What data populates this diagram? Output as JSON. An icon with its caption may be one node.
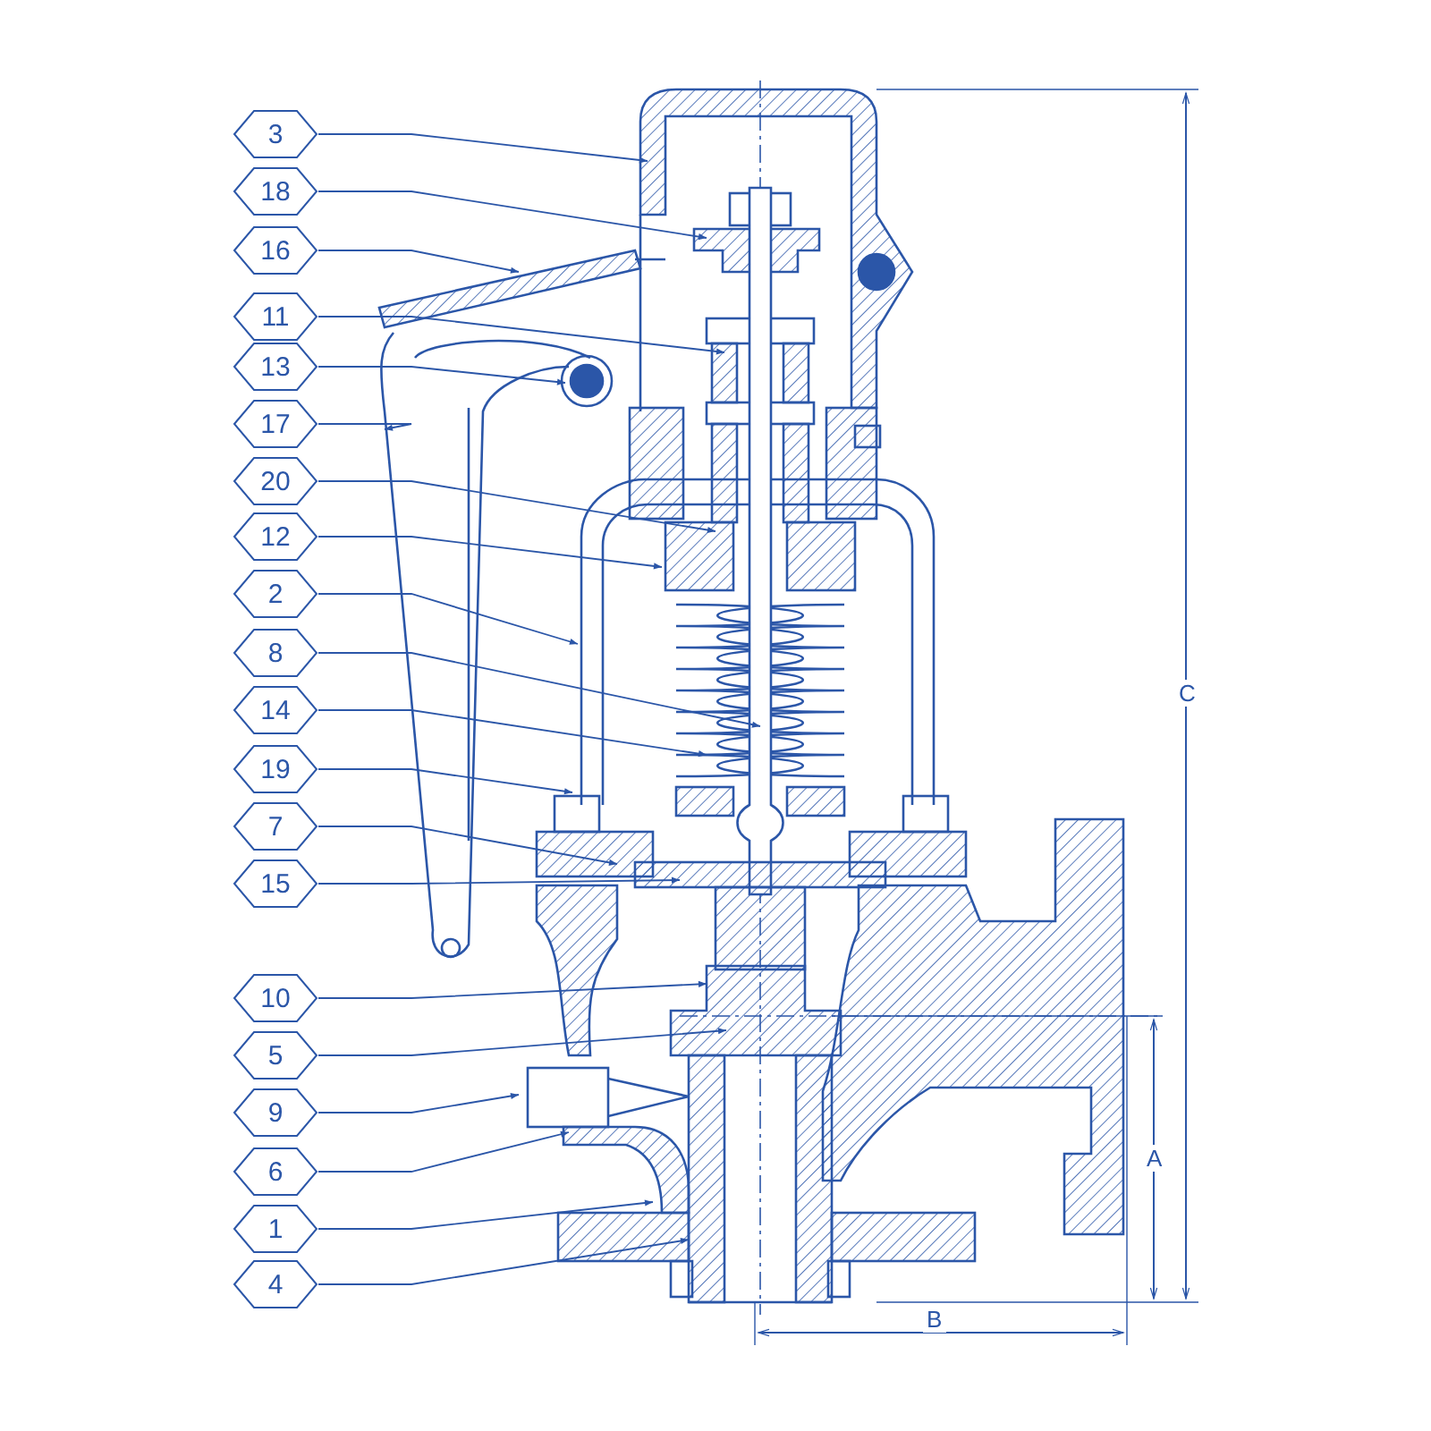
{
  "diagram": {
    "nodes": [
      {
        "text": [
          "3"
        ]
      },
      {
        "text": [
          "18"
        ]
      },
      {
        "text": [
          "16"
        ]
      },
      {
        "text": [
          "11"
        ]
      },
      {
        "text": [
          "13"
        ]
      },
      {
        "text": [
          "17"
        ]
      },
      {
        "text": [
          "20"
        ]
      },
      {
        "text": [
          "12"
        ]
      },
      {
        "text": [
          "2"
        ]
      },
      {
        "text": [
          "8"
        ]
      },
      {
        "text": [
          "14"
        ]
      },
      {
        "text": [
          "19"
        ]
      },
      {
        "text": [
          "7"
        ]
      },
      {
        "text": [
          "15"
        ]
      },
      {
        "text": [
          "10"
        ]
      },
      {
        "text": [
          "5"
        ]
      },
      {
        "text": [
          "9"
        ]
      },
      {
        "text": [
          "6"
        ]
      },
      {
        "text": [
          "1"
        ]
      },
      {
        "text": [
          "4"
        ]
      }
    ],
    "edges": [
      {
        "from": 0,
        "to": null,
        "arrow": "to"
      },
      {
        "from": 1,
        "to": null,
        "arrow": "to"
      },
      {
        "from": 2,
        "to": null,
        "arrow": "to"
      },
      {
        "from": 3,
        "to": null,
        "arrow": "to"
      },
      {
        "from": 4,
        "to": null,
        "arrow": "to"
      },
      {
        "from": 5,
        "to": null,
        "arrow": "to"
      },
      {
        "from": 6,
        "to": null,
        "arrow": "to"
      },
      {
        "from": 7,
        "to": null,
        "arrow": "to"
      },
      {
        "from": 8,
        "to": null,
        "arrow": "to"
      },
      {
        "from": 9,
        "to": null,
        "arrow": "to"
      },
      {
        "from": 10,
        "to": null,
        "arrow": "to"
      },
      {
        "from": 11,
        "to": null,
        "arrow": "to"
      },
      {
        "from": 12,
        "to": null,
        "arrow": "to"
      },
      {
        "from": 13,
        "to": null,
        "arrow": "to"
      },
      {
        "from": 14,
        "to": null,
        "arrow": "to"
      },
      {
        "from": 15,
        "to": null,
        "arrow": "to"
      },
      {
        "from": 16,
        "to": null,
        "arrow": "to"
      },
      {
        "from": 17,
        "to": null,
        "arrow": "to"
      },
      {
        "from": 18,
        "to": null,
        "arrow": "to"
      },
      {
        "from": 19,
        "to": null,
        "arrow": "to"
      }
    ],
    "labels": [
      "C",
      "A",
      "B"
    ]
  }
}
